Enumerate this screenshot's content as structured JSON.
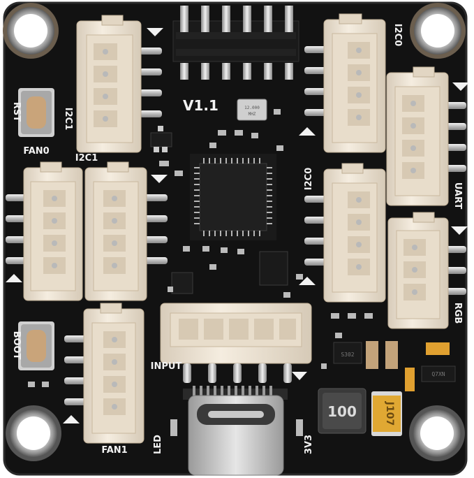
{
  "board": {
    "version": "V1.1",
    "colors": {
      "pcb": "#121212",
      "mask_dark": "#0a0a0a",
      "silkscreen": "#f2f2f2",
      "connector": "#efe6d8",
      "pin": "#c9c9c9",
      "gold": "#c9a24a"
    },
    "labels": {
      "rst": "RST",
      "fan0": "FAN0",
      "i2c1_side": "I2C1",
      "i2c1_bottom": "I2C1",
      "i2c0_top": "I2C0",
      "i2c0_mid": "I2C0",
      "uart": "UART",
      "rgb": "RGB",
      "boot": "BOOT",
      "input": "INPUT",
      "fan1": "FAN1",
      "led": "LED",
      "v3v3": "3V3"
    },
    "components": {
      "crystal": "12.000\nMHZ",
      "inductor": "100",
      "tantalum": "J107",
      "small_ic_1": "S302",
      "small_ic_2": "Q7XN"
    }
  }
}
